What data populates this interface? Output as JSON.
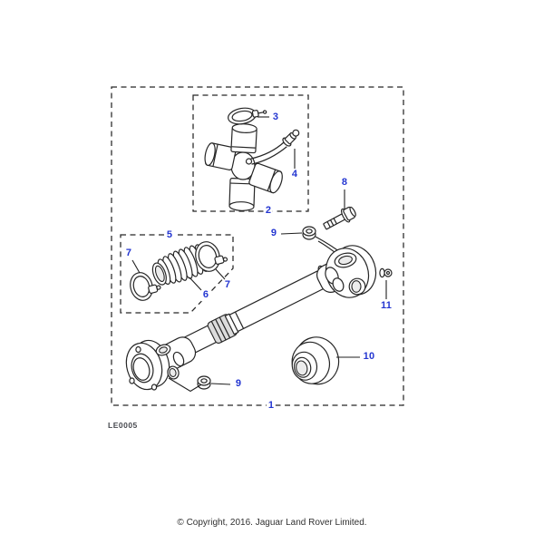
{
  "diagram": {
    "code": "LE0005",
    "label_color": "#2436d1",
    "line_color": "#262626",
    "background_color": "#ffffff",
    "callouts": [
      {
        "label": "1"
      },
      {
        "label": "2"
      },
      {
        "label": "3"
      },
      {
        "label": "4"
      },
      {
        "label": "5"
      },
      {
        "label": "6"
      },
      {
        "label": "7"
      },
      {
        "label": "7"
      },
      {
        "label": "8"
      },
      {
        "label": "9"
      },
      {
        "label": "9"
      },
      {
        "label": "10"
      },
      {
        "label": "11"
      }
    ]
  },
  "footer": {
    "copyright": "© Copyright, 2016. Jaguar Land Rover Limited."
  }
}
